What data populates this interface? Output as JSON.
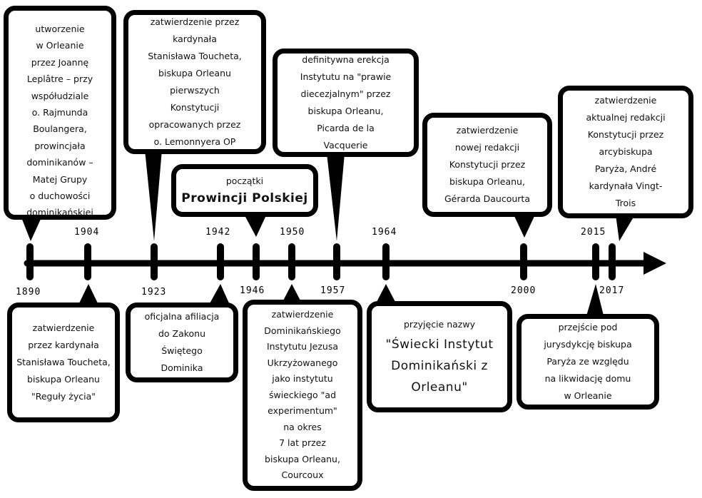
{
  "years": {
    "y1890": "1890",
    "y1904": "1904",
    "y1923": "1923",
    "y1942": "1942",
    "y1946": "1946",
    "y1950": "1950",
    "y1957": "1957",
    "y1964": "1964",
    "y2000": "2000",
    "y2015": "2015",
    "y2017": "2017"
  },
  "events": {
    "e1890": "utworzenie\nw Orleanie\nprzez Joannę\nLeplâtre – przy\nwspółudziale\no. Rajmunda\nBoulangera,\nprowincjała\ndominikanów –\nMatej Grupy\no duchowości\ndominikańskiej",
    "e1904": "zatwierdzenie\nprzez kardynała\nStanisława Toucheta,\nbiskupa Orleanu\n\"Reguły życia\"",
    "e1923": "zatwierdzenie przez\nkardynała\nStanisława Toucheta,\nbiskupa Orleanu\npierwszych\nKonstytucji\nopracowanych przez\no. Lemonnyera OP",
    "e1942": "oficjalna afiliacja\ndo Zakonu\nŚwiętego\nDominika",
    "e1946_small": "początki",
    "e1946_main": "Prowincji Polskiej",
    "e1950": "zatwierdzenie\nDominikańskiego\nInstytutu Jezusa\nUkrzyżowanego\njako instytutu\nświeckiego \"ad\nexperimentum\"\nna okres\n7 lat przez\nbiskupa Orleanu,\nCourcoux",
    "e1957": "definitywna erekcja\nInstytutu na \"prawie\ndiecezjalnym\" przez\nbiskupa Orleanu,\nPicarda de la\nVacquerie",
    "e1964_small": "przyjęcie nazwy",
    "e1964_main": "\"Świecki Instytut\nDominikański z\nOrleanu\"",
    "e2000": "zatwierdzenie\nnowej redakcji\nKonstytucji przez\nbiskupa Orleanu,\nGérarda Daucourta",
    "e2015": "przejście pod\njurysdykcję biskupa\nParyża ze względu\nna likwidację domu\nw Orleanie",
    "e2017": "zatwierdzenie\naktualnej redakcji\nKonstytucji przez\narcybiskupa\nParyża, André\nkardynała Vingt-\nTrois"
  }
}
